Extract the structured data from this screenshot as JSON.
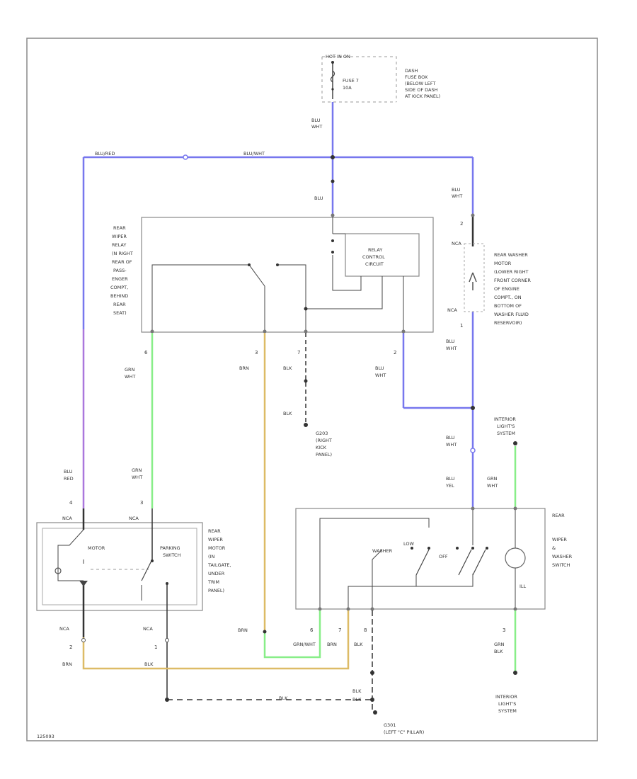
{
  "colors": {
    "blue": "#7777ee",
    "violet": "#aa77dd",
    "green": "#88ee88",
    "tan": "#ddbb66",
    "black": "#333333",
    "box": "#888888"
  },
  "labels": {
    "hot_run": "HOT IN ON",
    "fuse": [
      "FUSE 7",
      "10A"
    ],
    "dash_fuse_box": [
      "DASH",
      "FUSE BOX",
      "(BELOW LEFT",
      "SIDE OF DASH",
      "AT KICK PANEL)"
    ],
    "blu_wht_top": [
      "BLU",
      "WHT"
    ],
    "blu_red_hline": "BLU/RED",
    "blu_wht_hline": "BLU/WHT",
    "blu_mid": "BLU",
    "blu_wht_right": [
      "BLU",
      "WHT"
    ],
    "rear_wiper_relay": [
      "REAR",
      "WIPER",
      "RELAY",
      "(N RIGHT",
      "REAR OF",
      "PASS-",
      "ENGER",
      "COMPT,",
      "BEHIND",
      "REAR",
      "SEAT)"
    ],
    "relay_control": [
      "RELAY",
      "CONTROL",
      "CIRCUIT"
    ],
    "rear_washer_motor": [
      "REAR WASHER",
      "MOTOR",
      "(LOWER RIGHT",
      "FRONT CORNER",
      "OF ENGINE",
      "COMPT., ON",
      "BOTTOM OF",
      "WASHER FLUID",
      "RESERVOIR)"
    ],
    "pin_relay_6": "6",
    "pin_relay_3": "3",
    "pin_relay_7": "7",
    "pin_relay_2": "2",
    "wire_grn_wht_a": [
      "GRN",
      "WHT"
    ],
    "wire_brn_a": "BRN",
    "wire_blk_a": "BLK",
    "wire_blk_b": "BLK",
    "wire_blu_wht_a": [
      "BLU",
      "WHT"
    ],
    "washer_pin_2": "2",
    "washer_pin_1": "1",
    "nca_a": "NCA",
    "nca_b": "NCA",
    "blu_wht_b": [
      "BLU",
      "WHT"
    ],
    "ground_g203": [
      "G203",
      "(RIGHT",
      "KICK",
      "PANEL)"
    ],
    "interior_lights_top": [
      "INTERIOR",
      "LIGHT'S",
      "SYSTEM"
    ],
    "blu_wht_c": [
      "BLU",
      "WHT"
    ],
    "blu_yel": [
      "BLU",
      "YEL"
    ],
    "grn_wht_c": [
      "GRN",
      "WHT"
    ],
    "blu_red_left": [
      "BLU",
      "RED"
    ],
    "grn_wht_left": [
      "GRN",
      "WHT"
    ],
    "pin_motor_4": "4",
    "pin_motor_3": "3",
    "nca_c": "NCA",
    "nca_d": "NCA",
    "motor_label": "MOTOR",
    "parking_switch": [
      "PARKING",
      "SWITCH"
    ],
    "rear_wiper_motor": [
      "REAR",
      "WIPER",
      "MOTOR",
      "(IN",
      "TAILGATE,",
      "UNDER",
      "TRIM",
      "PANEL)"
    ],
    "rear_switch": [
      "REAR",
      "WIPER",
      "&",
      "WASHER",
      "SWITCH"
    ],
    "washer_label": "WASHER",
    "low_label": "LOW",
    "off_label": "OFF",
    "ill_label": "ILL",
    "sw_pin_6": "6",
    "sw_pin_7": "7",
    "sw_pin_8": "8",
    "sw_pin_3": "3",
    "brn_b": "BRN",
    "grn_wht_bottom": "GRN/WHT",
    "brn_c": "BRN",
    "blk_c": "BLK",
    "nca_e": "NCA",
    "nca_f": "NCA",
    "pin_motor_2": "2",
    "pin_motor_1": "1",
    "brn_d": "BRN",
    "blk_d": "BLK",
    "grn_blk": [
      "GRN",
      "BLK"
    ],
    "interior_lights_bottom": [
      "INTERIOR",
      "LIGHT'S",
      "SYSTEM"
    ],
    "blk_e": "BLK",
    "blk_f": "BLK",
    "blk_g": "BLK",
    "ground_g301": [
      "G301",
      "(LEFT \"C\" PILLAR)"
    ],
    "footer_id": "125093"
  }
}
